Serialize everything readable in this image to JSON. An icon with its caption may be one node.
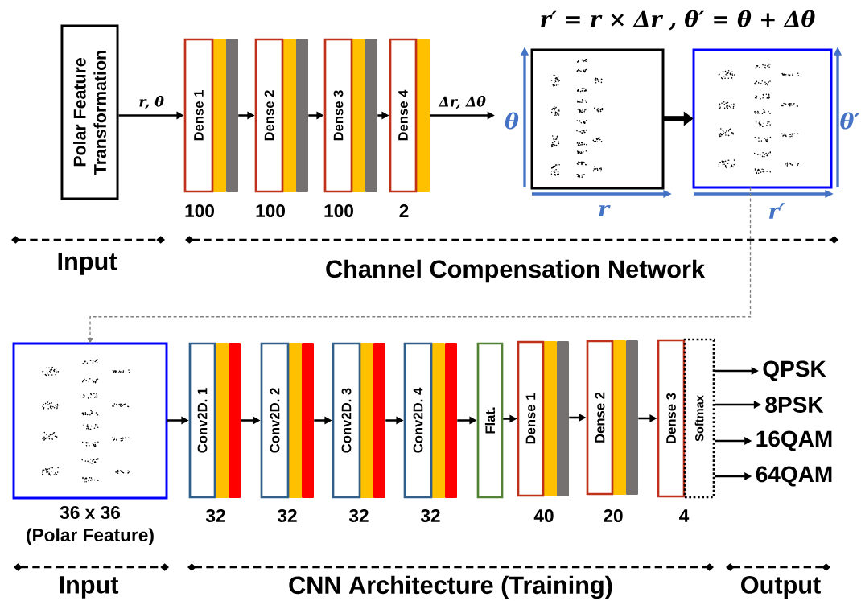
{
  "diagram": {
    "title": "r′ = r × Δr , θ′ = θ + Δθ",
    "nodes": [
      {
        "text": [
          "Polar Feature Transformation"
        ]
      },
      {
        "text": [
          "Dense 1"
        ],
        "beside": [
          "100"
        ]
      },
      {
        "text": [
          "Dense 2"
        ],
        "beside": [
          "100"
        ]
      },
      {
        "text": [
          "Dense 3"
        ],
        "beside": [
          "100"
        ]
      },
      {
        "text": [
          "Dense 4"
        ],
        "beside": [
          "2"
        ]
      },
      {
        "text": [],
        "shape": "picture",
        "beside": [
          "θ",
          "r"
        ]
      },
      {
        "text": [],
        "shape": "picture",
        "beside": [
          "θ′",
          "r′"
        ]
      },
      {
        "text": [],
        "shape": "picture",
        "beside": [
          "36 x 36",
          "(Polar Feature)"
        ]
      },
      {
        "text": [
          "Conv2D. 1"
        ],
        "beside": [
          "32"
        ]
      },
      {
        "text": [
          "Conv2D. 2"
        ],
        "beside": [
          "32"
        ]
      },
      {
        "text": [
          "Conv2D. 3"
        ],
        "beside": [
          "32"
        ]
      },
      {
        "text": [
          "Conv2D. 4"
        ],
        "beside": [
          "32"
        ]
      },
      {
        "text": [
          "Flat."
        ]
      },
      {
        "text": [
          "Dense 1"
        ],
        "beside": [
          "40"
        ]
      },
      {
        "text": [
          "Dense 2"
        ],
        "beside": [
          "20"
        ]
      },
      {
        "text": [
          "Dense 3"
        ],
        "beside": [
          "4"
        ]
      },
      {
        "text": [
          "Softmax"
        ]
      },
      {
        "text": [
          "QPSK"
        ]
      },
      {
        "text": [
          "8PSK"
        ]
      },
      {
        "text": [
          "16QAM"
        ]
      },
      {
        "text": [
          "64QAM"
        ]
      }
    ],
    "edges": [
      {
        "from": 0,
        "to": 1,
        "arrow": "to",
        "label": "r, θ"
      },
      {
        "from": 1,
        "to": 2,
        "arrow": "to"
      },
      {
        "from": 2,
        "to": 3,
        "arrow": "to"
      },
      {
        "from": 3,
        "to": 4,
        "arrow": "to"
      },
      {
        "from": 4,
        "to": null,
        "arrow": "to",
        "label": "Δr, Δθ"
      },
      {
        "from": 5,
        "to": 6,
        "arrow": "to",
        "style": "thick"
      },
      {
        "from": 6,
        "to": 7,
        "arrow": "to",
        "style": "dashed",
        "color": "#808080"
      },
      {
        "from": 7,
        "to": 8,
        "arrow": "to"
      },
      {
        "from": 8,
        "to": 9,
        "arrow": "to"
      },
      {
        "from": 9,
        "to": 10,
        "arrow": "to"
      },
      {
        "from": 10,
        "to": 11,
        "arrow": "to"
      },
      {
        "from": 11,
        "to": 12,
        "arrow": "to"
      },
      {
        "from": 12,
        "to": 13,
        "arrow": "to"
      },
      {
        "from": 13,
        "to": 14,
        "arrow": "to"
      },
      {
        "from": 14,
        "to": 15,
        "arrow": "to"
      },
      {
        "from": 16,
        "to": 17,
        "arrow": "to"
      },
      {
        "from": 16,
        "to": 18,
        "arrow": "to"
      },
      {
        "from": 16,
        "to": 19,
        "arrow": "to"
      },
      {
        "from": 16,
        "to": 20,
        "arrow": "to"
      }
    ],
    "labels": [
      "Input",
      "Channel Compensation Network",
      "Input",
      "CNN Architecture (Training)",
      "Output"
    ]
  }
}
